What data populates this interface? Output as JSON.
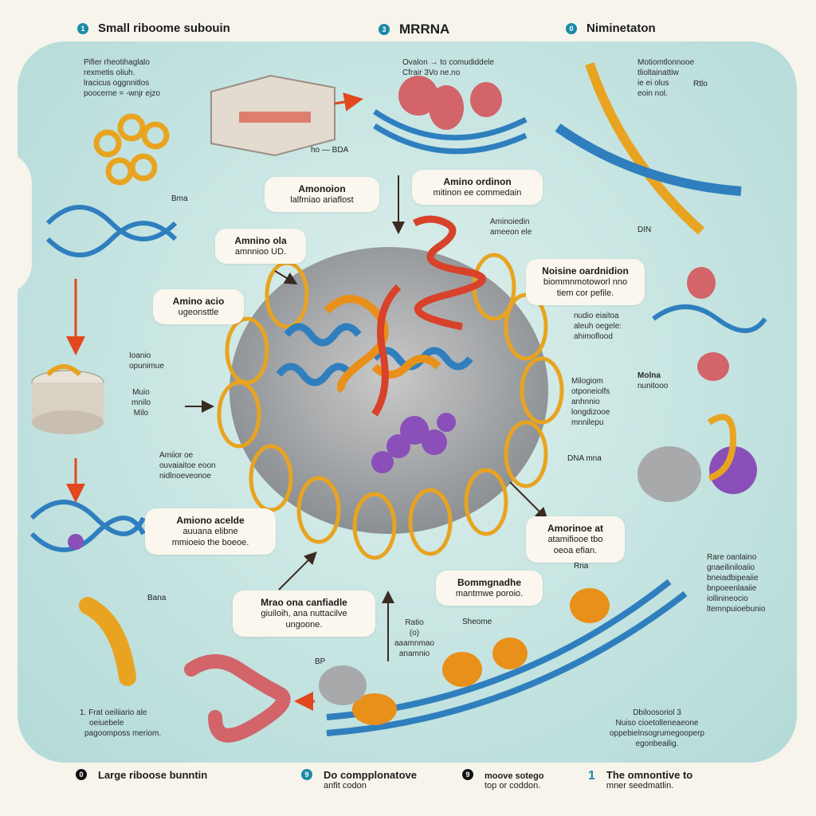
{
  "header": {
    "items": [
      {
        "badge": "1",
        "label": "Small riboome subouin"
      },
      {
        "badge": "3",
        "label": "MRRNA"
      },
      {
        "badge": "0",
        "label": "Niminetaton"
      }
    ]
  },
  "top_notes": {
    "left": [
      "Pifier rheotihaglalo",
      "rexmetis oliuh.",
      "lracicus oggnnitlos",
      "poocerne = -wnjr ejzo"
    ],
    "mid": [
      "Ovalon  → to comudiddele",
      "Cfrair   3Vo  ne.no"
    ],
    "right": [
      "Motiomtlonnooe",
      "tlioltainattiw",
      "ie ei olus",
      "eoin  nol."
    ]
  },
  "labels": {
    "ho_bda": "ho — BDA",
    "bma": "Bma",
    "rna_right": "Rtlo",
    "right_dn": "DIN",
    "dna_mid": "DNA mna",
    "rna_small": "Rna",
    "bp": "BP",
    "ratio": "Ratio",
    "sheome": "Sheome",
    "bana": "Bana"
  },
  "bubbles": {
    "amonoion": [
      "Amonoion",
      "lalfmiao ariaflost"
    ],
    "amino_ordinon": [
      "Amino ordinon",
      "mitinon ee commedain"
    ],
    "amino_ola": [
      "Amnino ola",
      "amnnioo UD."
    ],
    "amino_acio": [
      "Amino acio",
      "ugeonsttle"
    ],
    "noisine": [
      "Noisine oardnidion",
      "biommnmotoworl nno",
      "tiem cor pefile."
    ],
    "amiono_acelde": [
      "Amiono acelde",
      "auuana elibne",
      "mmioeio the boeoe."
    ],
    "amorinoe": [
      "Amorinoe at",
      "atamifiooe tbo",
      "oeoa efian."
    ],
    "moe_ona": [
      "Mrao ona canfiadle",
      "giuiloih, ana nuttacilve",
      "ungoone."
    ],
    "bommgnadhe": [
      "Bommgnadhe",
      "mantmwe poroio."
    ]
  },
  "side_notes": {
    "aminoiedin": [
      "Aminoiedin",
      "ameeon ele"
    ],
    "lonio": [
      "Ioanio",
      "opunimue"
    ],
    "muio": [
      "Muio",
      "mnilo",
      "Milo"
    ],
    "amiior": [
      "Amiior oe",
      "ouvaiaitoe eoon",
      "nidlnoeveonoe"
    ],
    "nudio": [
      "nudio eiaitoa",
      "aleuh oegele:",
      "ahimoflood"
    ],
    "migioie": [
      "Milogiom",
      "otponeiolfs",
      "anhnnio",
      "longdizooe",
      "mnnilepu"
    ],
    "molna": [
      "Molna",
      "nunitooo"
    ],
    "ratio": [
      "Ratio",
      "(o)",
      "aaamnmao",
      "anamnio"
    ],
    "rare": [
      "Rare oanlaino",
      "gnaeiliniloaiio",
      "bneiadbipeaiie",
      "bnpoeenlaaiie",
      "iollinineocio",
      "ltemnpuioebunio"
    ],
    "final": [
      "1.  Frat oeiliiario ale",
      "oeiuebele",
      "pagoomposs meriom."
    ],
    "dibooe": [
      "Dbiloosoriol 3",
      "Nuiso cioetolleneaeone",
      "oppebielnsogrumegooperp",
      "egonbeailig."
    ]
  },
  "footer": {
    "items": [
      {
        "badge": "0",
        "label": "Large riboose bunntin",
        "sub": ""
      },
      {
        "badge": "9",
        "label": "Do compplonatove",
        "sub": "anfit codon"
      },
      {
        "badge": "9",
        "label": "moove sotego",
        "sub": "top or coddon."
      },
      {
        "badge": "1",
        "label": "The omnontive to",
        "sub": "mner seedmatlin."
      }
    ]
  },
  "colors": {
    "teal": "#1a8aa5",
    "panel": "#c9e6e3",
    "rna_red": "#d8422b",
    "helix_orange": "#e8a420",
    "helix_blue": "#2f7fbf",
    "purple": "#8a4fb8",
    "protein_pink": "#d2646a",
    "arrow_red": "#e2471e"
  }
}
